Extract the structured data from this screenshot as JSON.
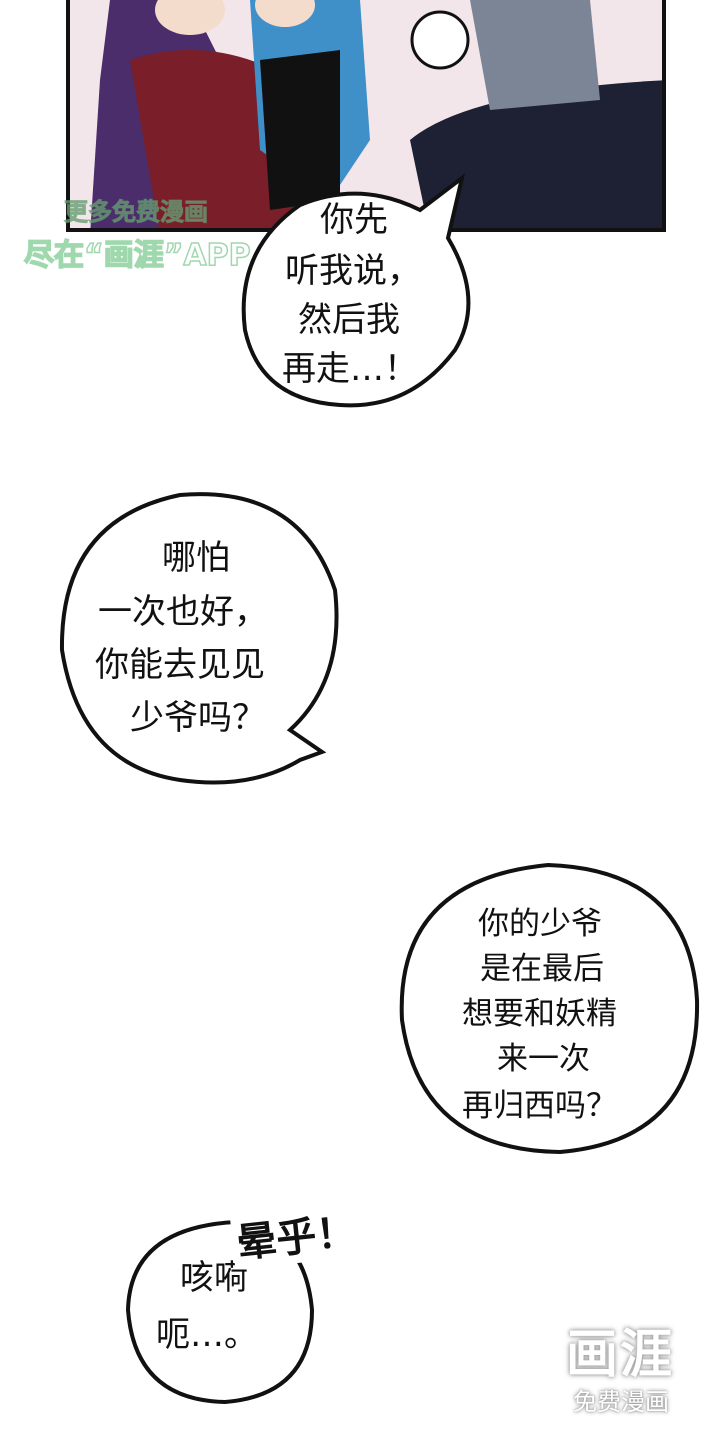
{
  "panel_top": {
    "description_colors": {
      "bg": "#f3e6ea",
      "red_coat": "#7a1f2a",
      "hair_blue": "#3f8fc8",
      "hair_purple": "#4a2d6a",
      "suit": "#1d2133"
    }
  },
  "bubbles": [
    {
      "lines": [
        "你先",
        "听我说，",
        "然后我",
        "再走…！"
      ]
    },
    {
      "lines": [
        "哪怕",
        "一次也好，",
        "你能去见见",
        "少爷吗？"
      ]
    },
    {
      "lines": [
        "你的少爷",
        "是在最后",
        "想要和妖精",
        "来一次",
        "再归西吗？"
      ]
    },
    {
      "lines": [
        "咳嗬",
        "呃…。"
      ]
    }
  ],
  "sfx": "晕乎！",
  "watermark_top": {
    "line1": "更多免费漫画",
    "line2": "尽在“画涯”APP"
  },
  "watermark_logo": {
    "title": "画涯",
    "subtitle": "免费漫画"
  }
}
